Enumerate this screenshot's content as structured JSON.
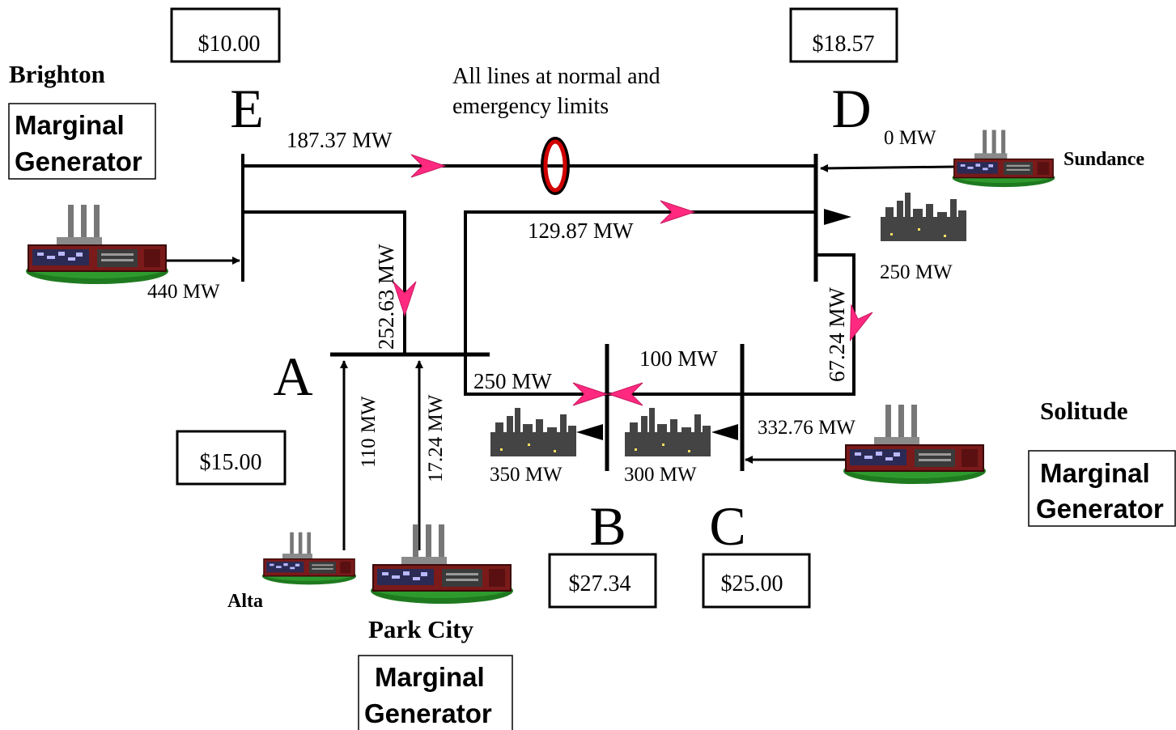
{
  "title_note": [
    "All lines at normal and",
    "emergency limits"
  ],
  "colors": {
    "line": "#000000",
    "flow_arrow": "#ff2a80",
    "constraint_ring": "#d10000",
    "plant_body": "#7a1a1a",
    "plant_ground": "#1f7a1f",
    "city": "#444444"
  },
  "buses": {
    "A": {
      "label": "A",
      "price": "$15.00"
    },
    "B": {
      "label": "B",
      "price": "$27.34"
    },
    "C": {
      "label": "C",
      "price": "$25.00"
    },
    "D": {
      "label": "D",
      "price": "$18.57"
    },
    "E": {
      "label": "E",
      "price": "$10.00"
    }
  },
  "generators": {
    "brighton": {
      "name": "Brighton",
      "output": "440 MW",
      "tag": [
        "Marginal",
        "Generator"
      ]
    },
    "sundance": {
      "name": "Sundance",
      "output": "0 MW"
    },
    "solitude": {
      "name": "Solitude",
      "output": "332.76 MW",
      "tag": [
        "Marginal",
        "Generator"
      ]
    },
    "alta": {
      "name": "Alta",
      "output": "110 MW"
    },
    "park_city": {
      "name": "Park City",
      "output": "17.24 MW",
      "tag": [
        "Marginal",
        "Generator"
      ]
    }
  },
  "loads": {
    "D": "250 MW",
    "B": "350 MW",
    "C": "300 MW"
  },
  "flows": {
    "E_D": "187.37 MW",
    "A_D": "129.87 MW",
    "E_A": "252.63 MW",
    "D_B": "67.24 MW",
    "A_B": "250 MW",
    "C_B": "100 MW"
  }
}
